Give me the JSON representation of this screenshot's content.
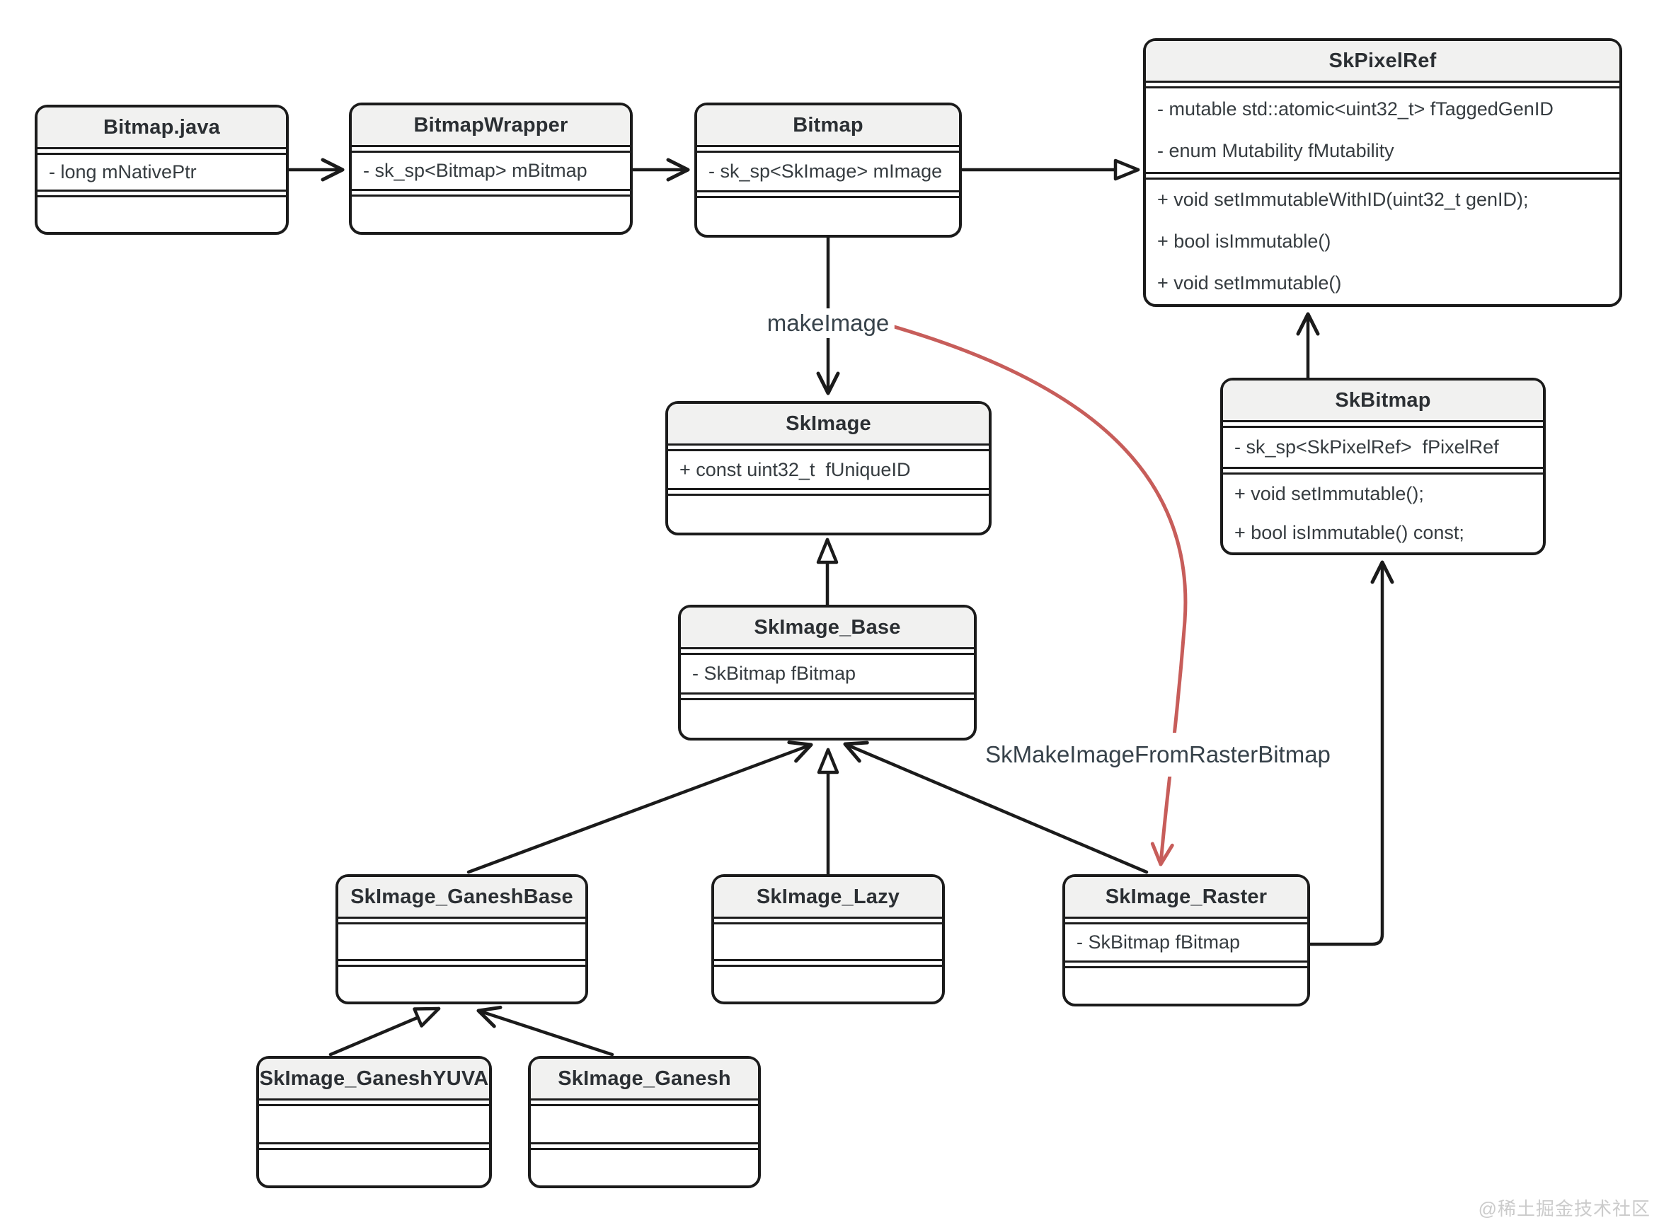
{
  "diagram": {
    "labels": {
      "make_image": "makeImage",
      "raster_factory": "SkMakeImageFromRasterBitmap"
    },
    "watermark": "@稀土掘金技术社区",
    "colors": {
      "line": "#1b1b1b",
      "highlight_arrow": "#c75d5a",
      "header_fill": "#f1f1f0",
      "text": "#363c40",
      "watermark": "#cbcbcb"
    },
    "classes": {
      "bitmap_java": {
        "title": "Bitmap.java",
        "attrs": [
          "- long mNativePtr"
        ],
        "methods": []
      },
      "bitmap_wrapper": {
        "title": "BitmapWrapper",
        "attrs": [
          "- sk_sp<Bitmap> mBitmap"
        ],
        "methods": []
      },
      "bitmap": {
        "title": "Bitmap",
        "attrs": [
          "- sk_sp<SkImage> mImage"
        ],
        "methods": []
      },
      "sk_pixel_ref": {
        "title": "SkPixelRef",
        "attrs": [
          "- mutable std::atomic<uint32_t> fTaggedGenID",
          "- enum Mutability fMutability"
        ],
        "methods": [
          "+ void setImmutableWithID(uint32_t genID);",
          "+ bool isImmutable()",
          "+ void setImmutable()"
        ]
      },
      "sk_bitmap": {
        "title": "SkBitmap",
        "attrs": [
          "- sk_sp<SkPixelRef>  fPixelRef"
        ],
        "methods": [
          "+ void setImmutable();",
          "+ bool isImmutable() const;"
        ]
      },
      "sk_image": {
        "title": "SkImage",
        "attrs": [
          "+ const uint32_t  fUniqueID"
        ],
        "methods": []
      },
      "sk_image_base": {
        "title": "SkImage_Base",
        "attrs": [
          "- SkBitmap fBitmap"
        ],
        "methods": []
      },
      "sk_image_ganesh_base": {
        "title": "SkImage_GaneshBase",
        "attrs": [],
        "methods": []
      },
      "sk_image_lazy": {
        "title": "SkImage_Lazy",
        "attrs": [],
        "methods": []
      },
      "sk_image_raster": {
        "title": "SkImage_Raster",
        "attrs": [
          "- SkBitmap fBitmap"
        ],
        "methods": []
      },
      "sk_image_ganesh_yuva": {
        "title": "SkImage_GaneshYUVA",
        "attrs": [],
        "methods": []
      },
      "sk_image_ganesh": {
        "title": "SkImage_Ganesh",
        "attrs": [],
        "methods": []
      }
    }
  }
}
